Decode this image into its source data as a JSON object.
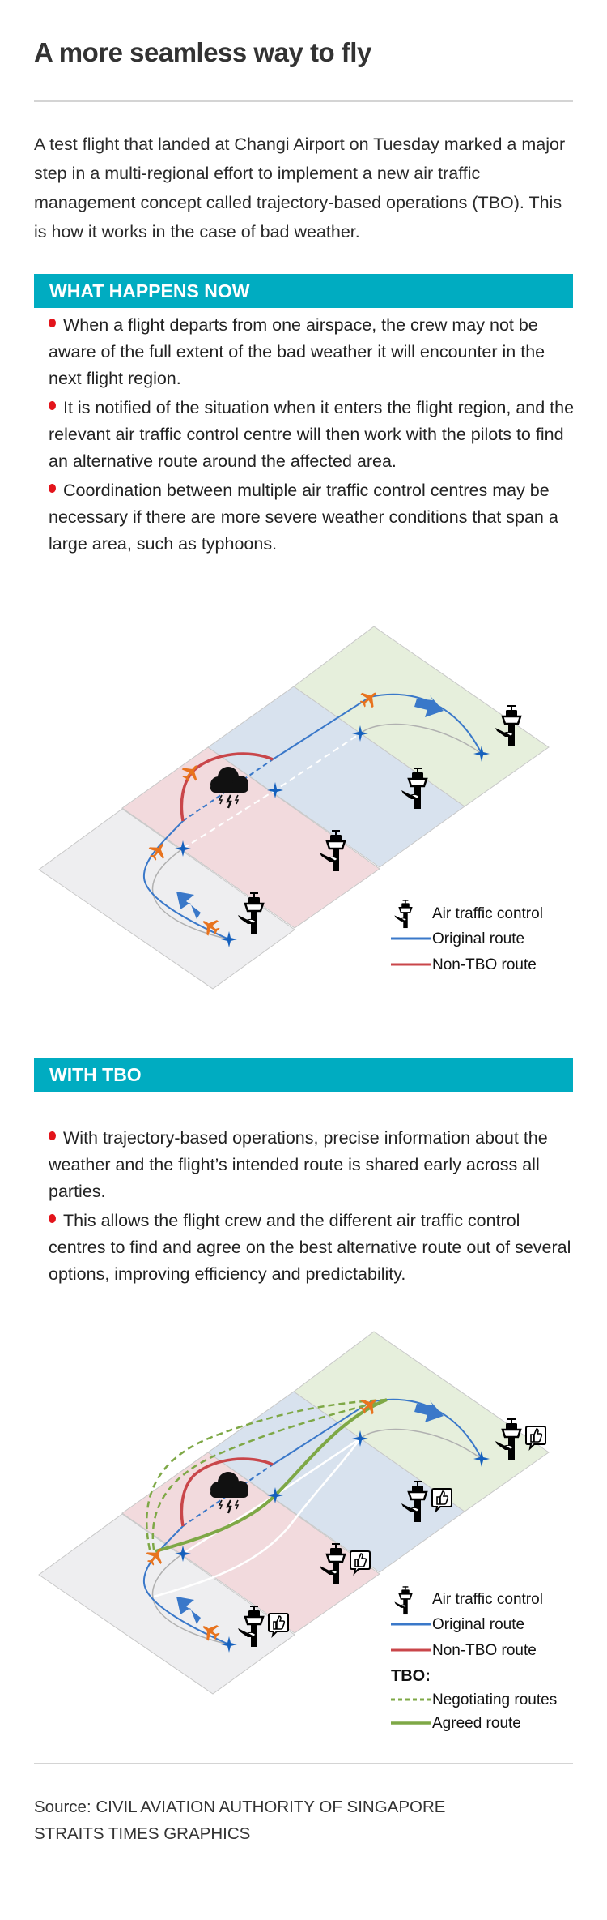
{
  "title": "A more seamless way to fly",
  "intro": "A test flight that landed at Changi Airport on Tuesday marked a major step in a multi-regional effort to implement a new air traffic management concept called trajectory-based operations (TBO). This is how it works in the case of bad weather.",
  "sections": [
    {
      "header": "WHAT HAPPENS NOW",
      "bullets": [
        "When a flight departs from one airspace, the crew may not be aware of the full extent of the bad weather it will encounter in the next flight region.",
        "It is notified of the situation when it enters the flight region, and the relevant air traffic control centre will then work with the pilots to find an alternative route around the affected area.",
        "Coordination between multiple air traffic control centres may be necessary if there are more severe weather conditions that span a large area, such as typhoons."
      ],
      "legend": {
        "atc": "Air traffic control",
        "original": "Original route",
        "non_tbo": "Non-TBO route"
      }
    },
    {
      "header": "WITH TBO",
      "bullets": [
        "With trajectory-based operations, precise information about the weather and the flight’s intended route is shared early across all parties.",
        "This allows the flight crew and the different air traffic control centres to find and agree on the best alternative route out of several options, improving efficiency and predictability."
      ],
      "legend": {
        "atc": "Air traffic control",
        "original": "Original route",
        "non_tbo": "Non-TBO route",
        "tbo_heading": "TBO:",
        "negotiating": "Negotiating routes",
        "agreed": "Agreed route"
      }
    }
  ],
  "colors": {
    "accent_bar": "#00acc1",
    "bullet": "#e3141b",
    "original_route": "#3a78c9",
    "non_tbo_route": "#c9464a",
    "tbo_route": "#7ea846",
    "plane": "#e8731e",
    "waypoint": "#1560bd"
  },
  "source": {
    "line1": "Source: CIVIL AVIATION AUTHORITY OF SINGAPORE",
    "line2": "STRAITS TIMES GRAPHICS"
  }
}
